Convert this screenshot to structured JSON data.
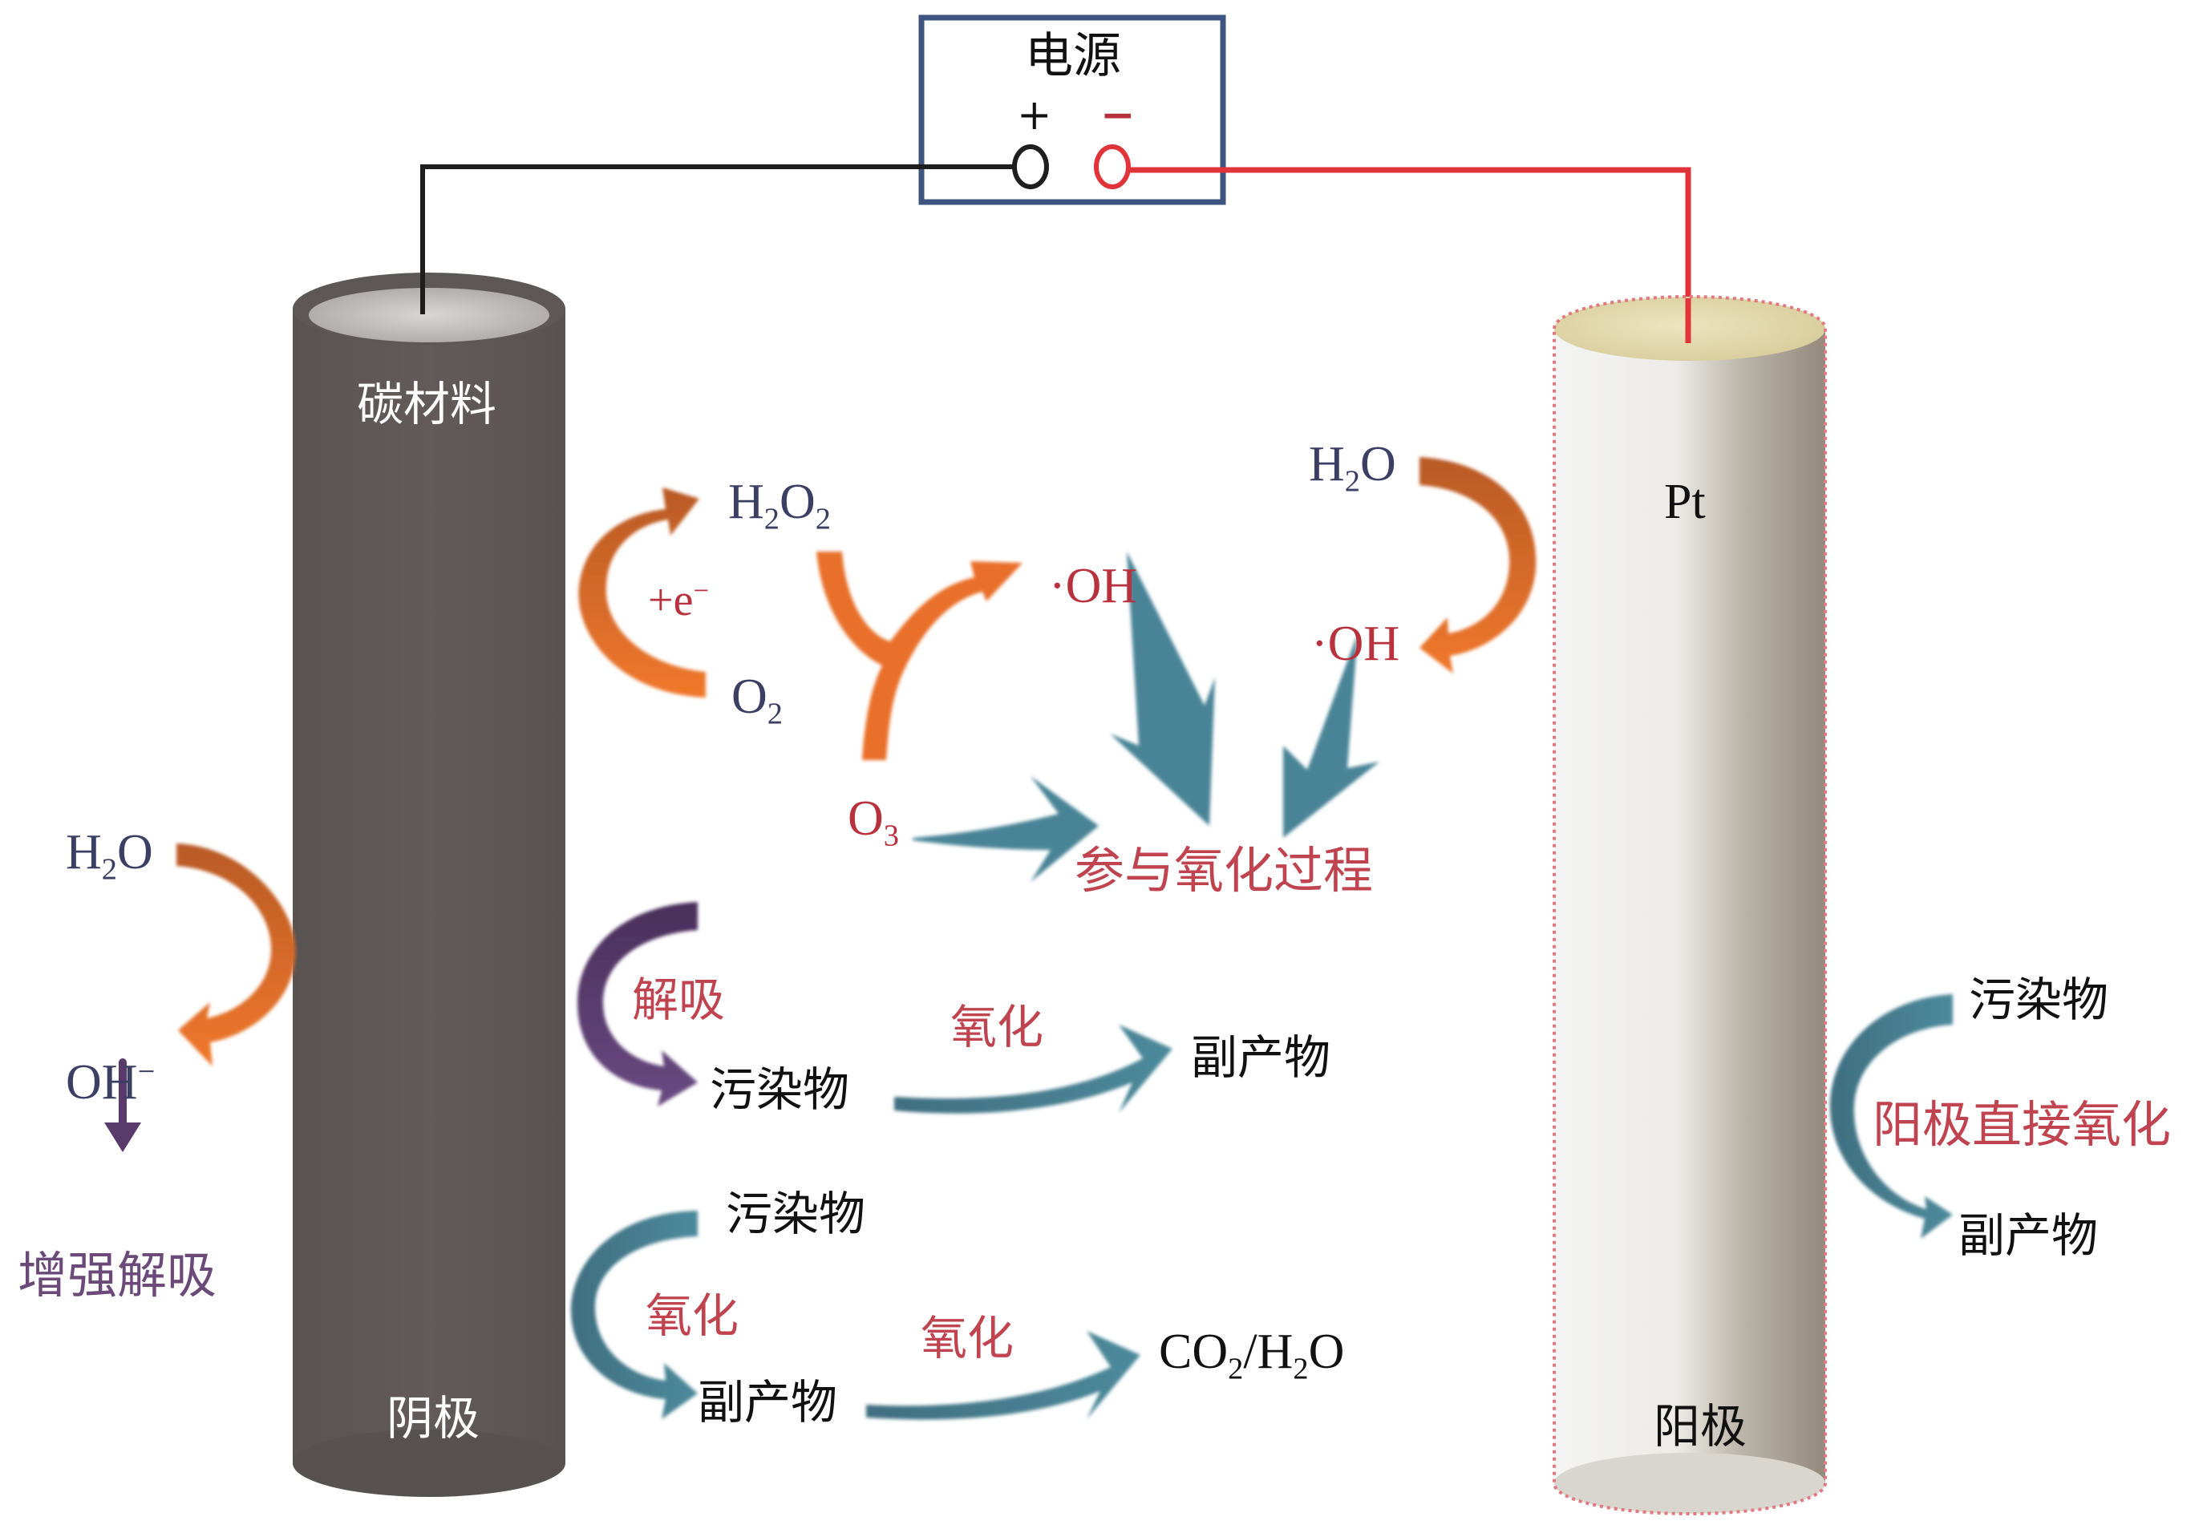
{
  "power_supply": {
    "title": "电源",
    "positive_label": "+",
    "negative_label": "−",
    "wire_colors": {
      "positive": "#1e1e1e",
      "negative": "#e0343a"
    },
    "frame_color": "#3d5580"
  },
  "cathode": {
    "material_label": "碳材料",
    "electrode_label": "阴极",
    "body_color": "#5f5958",
    "top_color": "#c9c6c4"
  },
  "anode": {
    "material_label": "Pt",
    "electrode_label": "阳极",
    "body_color": "#e9e8e4",
    "top_color": "#e2d9a8",
    "outline_color": "#e07a80"
  },
  "reactions": {
    "o2_reduction": {
      "reactant": "O",
      "reactant_sub": "2",
      "electron_label": "+e",
      "electron_sup": "−",
      "product_a": "H",
      "product_sub_a": "2",
      "product_b": "O",
      "product_sub_b": "2"
    },
    "ozone_combine": {
      "ozone": "O",
      "ozone_sub": "3",
      "radical": "·OH"
    },
    "water_oxidation_anode": {
      "reactant_a": "H",
      "reactant_sub": "2",
      "reactant_b": "O",
      "radical": "·OH"
    },
    "oxidation_target": "参与氧化过程",
    "cathode_water": {
      "reactant_a": "H",
      "reactant_sub": "2",
      "reactant_b": "O",
      "product": "OH",
      "product_sup": "−",
      "effect": "增强解吸"
    },
    "desorption": {
      "label": "解吸",
      "pollutant": "污染物",
      "oxidize_label": "氧化",
      "byproduct": "副产物"
    },
    "cathode_oxidation": {
      "pollutant": "污染物",
      "oxidize_label_1": "氧化",
      "byproduct": "副产物",
      "oxidize_label_2": "氧化",
      "final_a": "CO",
      "final_sub_a": "2",
      "final_b": "/H",
      "final_sub_b": "2",
      "final_c": "O"
    },
    "anode_direct": {
      "pollutant": "污染物",
      "label": "阳极直接氧化",
      "byproduct": "副产物"
    }
  },
  "colors": {
    "orange_arrow": "#e8702a",
    "teal_arrow": "#4a8496",
    "purple_arrow": "#5a3a6a",
    "text_navy": "#3a3f63",
    "text_red": "#b8323e"
  }
}
